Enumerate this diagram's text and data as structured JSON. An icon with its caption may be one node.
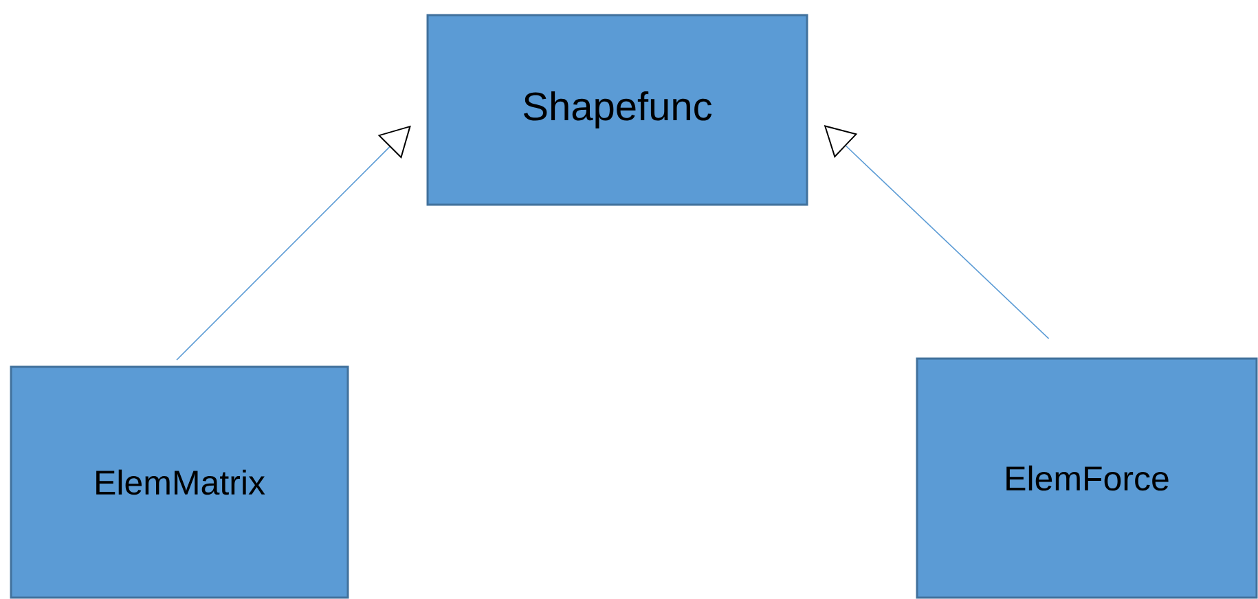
{
  "diagram": {
    "nodes": [
      {
        "text": [
          "Shapefunc"
        ]
      },
      {
        "text": [
          "ElemMatrix"
        ]
      },
      {
        "text": [
          "ElemForce"
        ]
      }
    ],
    "edges": [
      {
        "from": 1,
        "to": 0,
        "arrow": "to"
      },
      {
        "from": 2,
        "to": 0,
        "arrow": "to"
      }
    ]
  }
}
